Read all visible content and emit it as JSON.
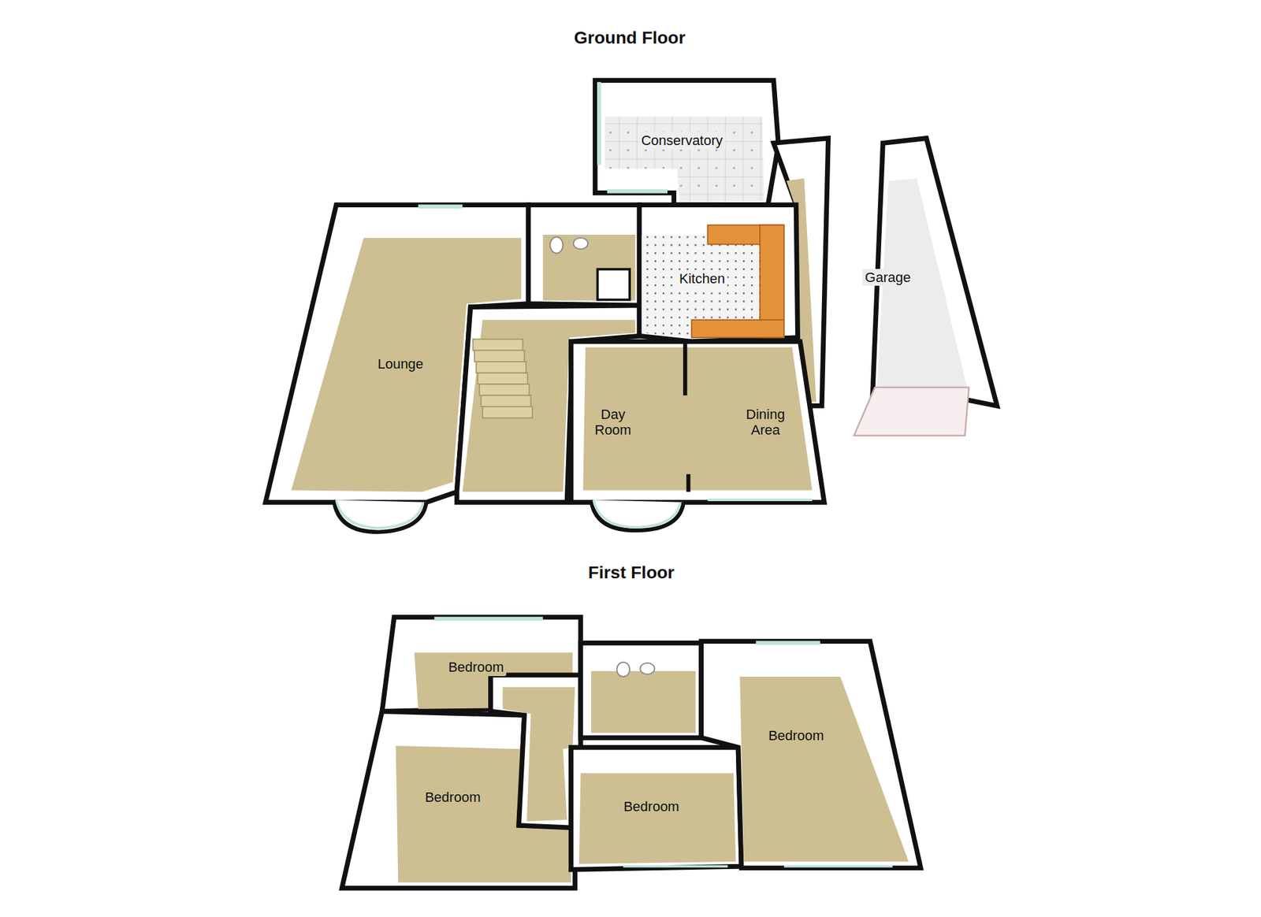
{
  "diagram": {
    "nodes": [
      {
        "text": [
          "Conservatory"
        ]
      },
      {
        "text": [
          "Lounge"
        ]
      },
      {
        "text": [
          "Kitchen"
        ]
      },
      {
        "text": [
          "Garage"
        ]
      },
      {
        "text": [
          "Day Room",
          "Dining Area"
        ]
      },
      {
        "text": [
          "Bedroom"
        ]
      },
      {
        "text": [
          "Bedroom"
        ]
      },
      {
        "text": [
          "Bedroom"
        ]
      },
      {
        "text": [
          "Bedroom"
        ]
      }
    ],
    "labels": [
      "Ground Floor",
      "First Floor"
    ]
  }
}
